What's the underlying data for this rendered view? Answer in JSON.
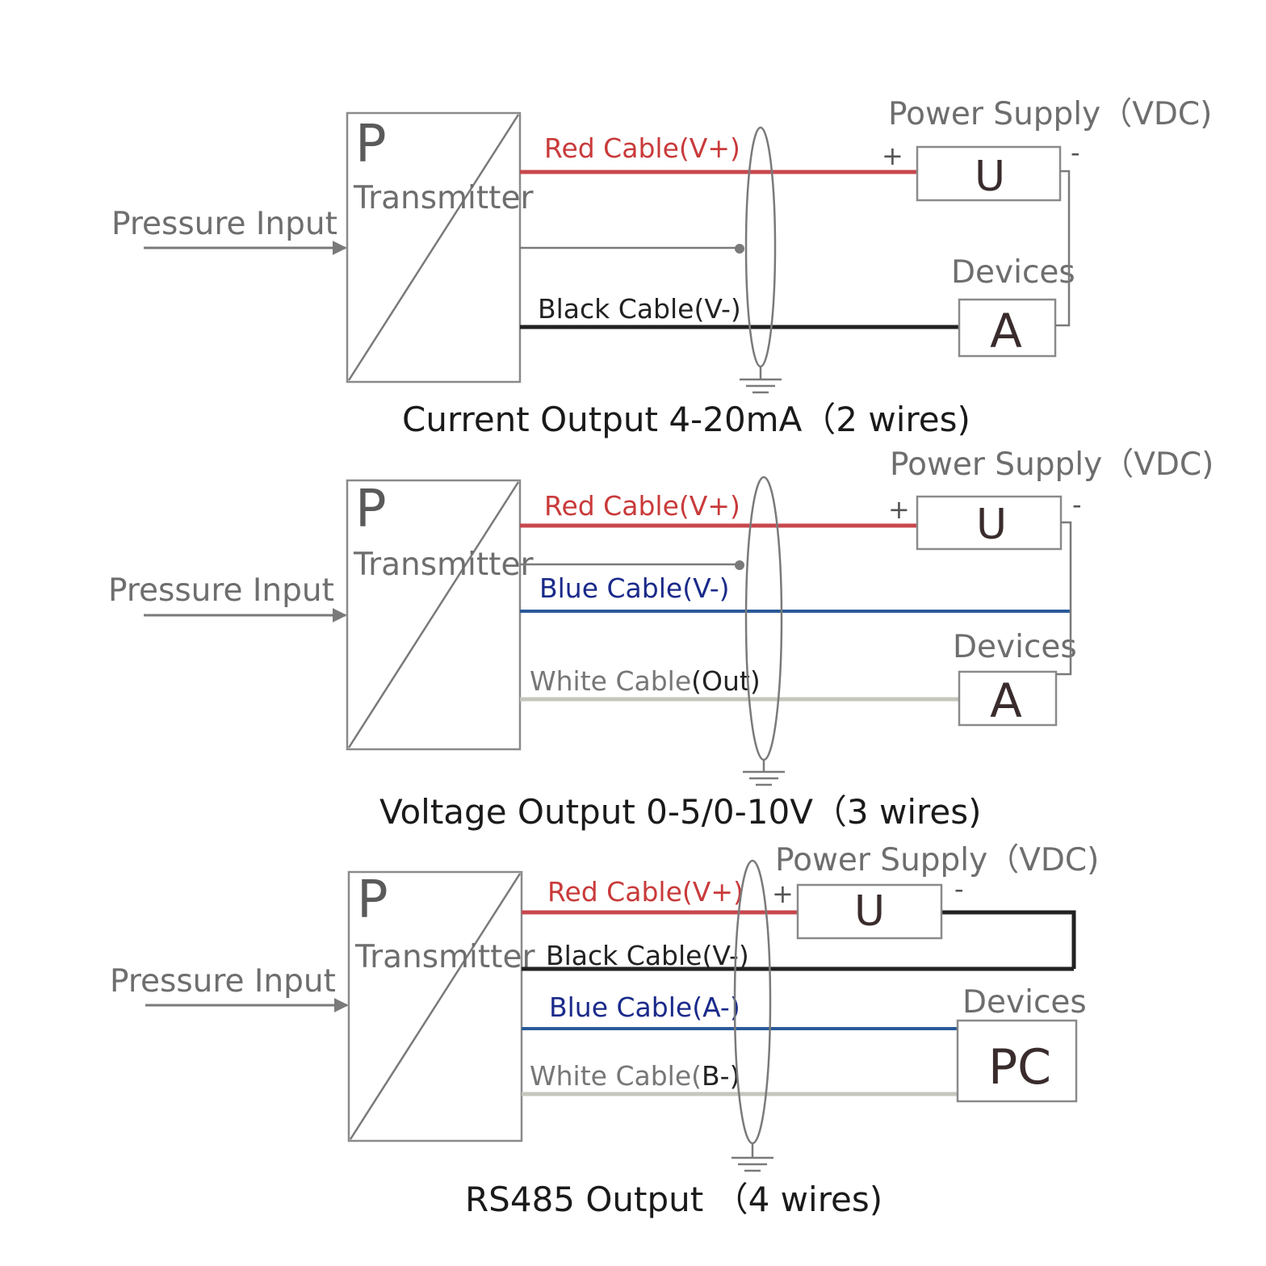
{
  "colors": {
    "red": "#c8474e",
    "black": "#222222",
    "blue": "#2a5a9a",
    "white_cable": "#c5c6bc",
    "red_text": "#c93a3a",
    "blue_text": "#1a2a8a",
    "white_text": "#777777",
    "grey": "#7a7a7a"
  },
  "diagrams": [
    {
      "pressure_input": "Pressure Input",
      "transmitter_letter": "P",
      "transmitter_label": "Transmitter",
      "power_supply": "Power Supply（VDC)",
      "plus": "+",
      "minus": "-",
      "supply_symbol": "U",
      "devices_label": "Devices",
      "device_symbol": "A",
      "cables": [
        {
          "label": "Red Cable(V+)",
          "color": "red"
        },
        {
          "label": "Black Cable(V-)",
          "color": "black"
        }
      ],
      "caption": "Current Output 4-20mA（2 wires)"
    },
    {
      "pressure_input": "Pressure Input",
      "transmitter_letter": "P",
      "transmitter_label": "Transmitter",
      "power_supply": "Power Supply（VDC)",
      "plus": "+",
      "minus": "-",
      "supply_symbol": "U",
      "devices_label": "Devices",
      "device_symbol": "A",
      "cables": [
        {
          "label": "Red Cable(V+)",
          "color": "red"
        },
        {
          "label": "Blue Cable(V-)",
          "color": "blue"
        },
        {
          "label": "White Cable",
          "suffix": "(Out)",
          "color": "white_cable"
        }
      ],
      "caption": "Voltage  Output 0-5/0-10V（3 wires)"
    },
    {
      "pressure_input": "Pressure Input",
      "transmitter_letter": "P",
      "transmitter_label": "Transmitter",
      "power_supply": "Power Supply（VDC)",
      "plus": "+",
      "minus": "-",
      "supply_symbol": "U",
      "devices_label": "Devices",
      "device_symbol": "PC",
      "cables": [
        {
          "label": "Red Cable(V+)",
          "color": "red"
        },
        {
          "label": "Black Cable(V-)",
          "color": "black"
        },
        {
          "label": "Blue Cable(A-)",
          "color": "blue"
        },
        {
          "label": "White Cable(",
          "suffix": "B-)",
          "color": "white_cable"
        }
      ],
      "caption": "RS485  Output  （4 wires)"
    }
  ]
}
